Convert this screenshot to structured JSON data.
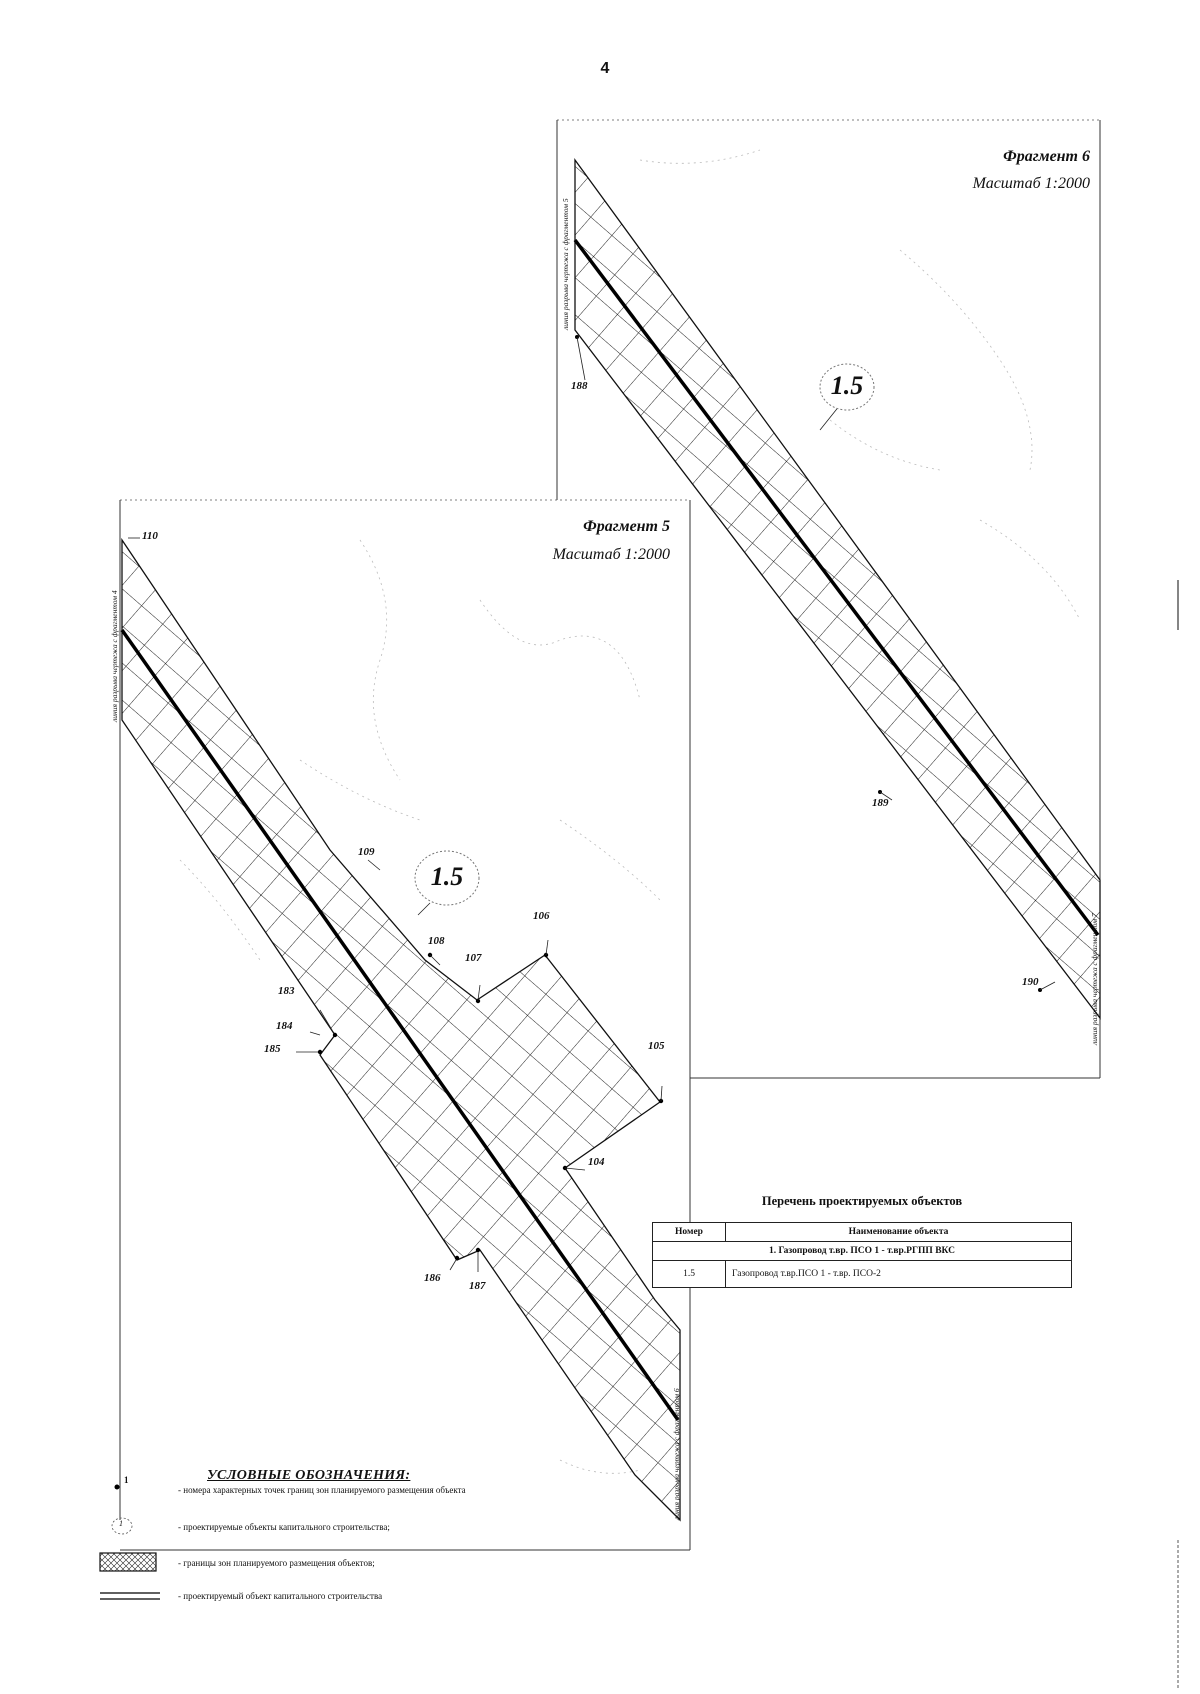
{
  "page_number": "4",
  "fragment_6": {
    "title": "Фрагмент 6",
    "scale": "Масштаб 1:2000",
    "object_label": "1.5",
    "side_label_left": "линия разрыва чертежа с фрагментом 5",
    "side_label_right": "линия разрыва чертежа с фрагментом 7",
    "points": [
      "188",
      "189",
      "190"
    ]
  },
  "fragment_5": {
    "title": "Фрагмент 5",
    "scale": "Масштаб 1:2000",
    "object_label": "1.5",
    "side_label_left": "линия разрыва чертежа с фрагментом 4",
    "side_label_right": "линия разрыва чертежа с фрагментом 6",
    "points": [
      "110",
      "109",
      "108",
      "107",
      "106",
      "105",
      "104",
      "183",
      "184",
      "185",
      "186",
      "187"
    ]
  },
  "objects_list": {
    "title": "Перечень проектируемых объектов",
    "columns": [
      "Номер",
      "Наименование объекта"
    ],
    "group_row": "1. Газопровод т.вр. ПСО 1 - т.вр.РГПП ВКС",
    "rows": [
      {
        "number": "1.5",
        "name": "Газопровод т.вр.ПСО 1 - т.вр. ПСО-2"
      }
    ]
  },
  "legend": {
    "title": "УСЛОВНЫЕ ОБОЗНАЧЕНИЯ:",
    "point_symbol": "1",
    "object_symbol": "1",
    "items": [
      "- номера характерных точек границ зон планируемого размещения объекта",
      "- проектируемые объекты капитального строительства;",
      "- границы зон планируемого размещения объектов;",
      "- проектируемый объект капитального строительства"
    ]
  }
}
